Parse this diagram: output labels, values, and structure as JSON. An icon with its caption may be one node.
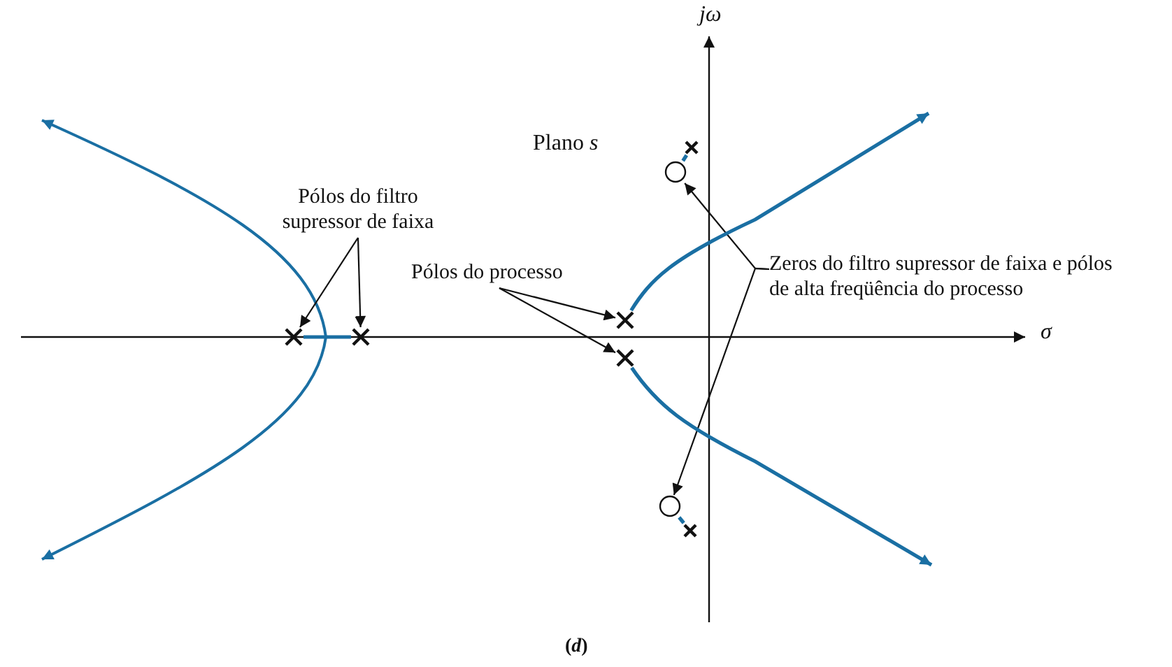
{
  "diagram": {
    "caption": "(*d*)",
    "nodes": [
      {
        "text": [
          "Pólos do filtro supressor de faixa"
        ]
      },
      {
        "text": [],
        "shape": "cross"
      },
      {
        "text": [],
        "shape": "cross"
      },
      {
        "text": [
          "Pólos do processo"
        ]
      },
      {
        "text": [],
        "shape": "cross"
      },
      {
        "text": [],
        "shape": "cross"
      },
      {
        "text": [
          "Zeros do filtro supressor de faixa e pólos de alta freqüência do processo"
        ]
      },
      {
        "text": [],
        "shape": "circle"
      },
      {
        "text": [],
        "shape": "circle"
      },
      {
        "text": [],
        "shape": "cross"
      },
      {
        "text": [],
        "shape": "cross"
      }
    ],
    "edges": [
      {
        "from": 0,
        "to": 1,
        "arrow": "to"
      },
      {
        "from": 0,
        "to": 2,
        "arrow": "to"
      },
      {
        "from": 3,
        "to": 4,
        "arrow": "to"
      },
      {
        "from": 3,
        "to": 5,
        "arrow": "to"
      },
      {
        "from": 6,
        "to": 7,
        "arrow": "to"
      },
      {
        "from": 6,
        "to": 8,
        "arrow": "to"
      },
      {
        "from": 1,
        "to": 2,
        "arrow": "none",
        "style": "thick",
        "color": "#1a6fa3"
      },
      {
        "from": 4,
        "to": null,
        "arrow": "to",
        "style": "thick",
        "color": "#1a6fa3"
      },
      {
        "from": 5,
        "to": null,
        "arrow": "to",
        "style": "thick",
        "color": "#1a6fa3"
      },
      {
        "from": 9,
        "to": 7,
        "arrow": "none",
        "style": "thick",
        "color": "#1a6fa3"
      },
      {
        "from": 10,
        "to": 8,
        "arrow": "none",
        "style": "thick",
        "color": "#1a6fa3"
      }
    ],
    "labels": [
      "jω",
      "σ",
      "Plano *s*"
    ]
  }
}
